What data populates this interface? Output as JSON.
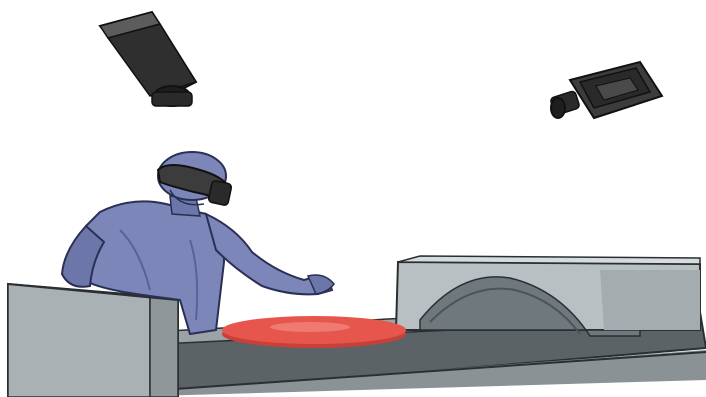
{
  "scene": {
    "description_free": true,
    "objects": [
      {
        "name": "overhead-camera",
        "type": "camera"
      },
      {
        "name": "side-camera",
        "type": "camera"
      },
      {
        "name": "person-with-headset",
        "type": "figure"
      },
      {
        "name": "conveyor-belt",
        "type": "machine"
      },
      {
        "name": "left-housing",
        "type": "machine"
      },
      {
        "name": "tunnel-housing",
        "type": "machine"
      },
      {
        "name": "red-disc-object",
        "type": "item"
      }
    ],
    "colors": {
      "background": "#ffffff",
      "figure": "#7d86b8",
      "figure_shadow": "#5a6395",
      "camera_body": "#3c3c3c",
      "camera_dark": "#1e1e1e",
      "metal_light": "#b9c0c3",
      "metal_mid": "#9ba3a7",
      "metal_dark": "#6f787c",
      "belt": "#5b6366",
      "disc": "#e6564d"
    }
  }
}
